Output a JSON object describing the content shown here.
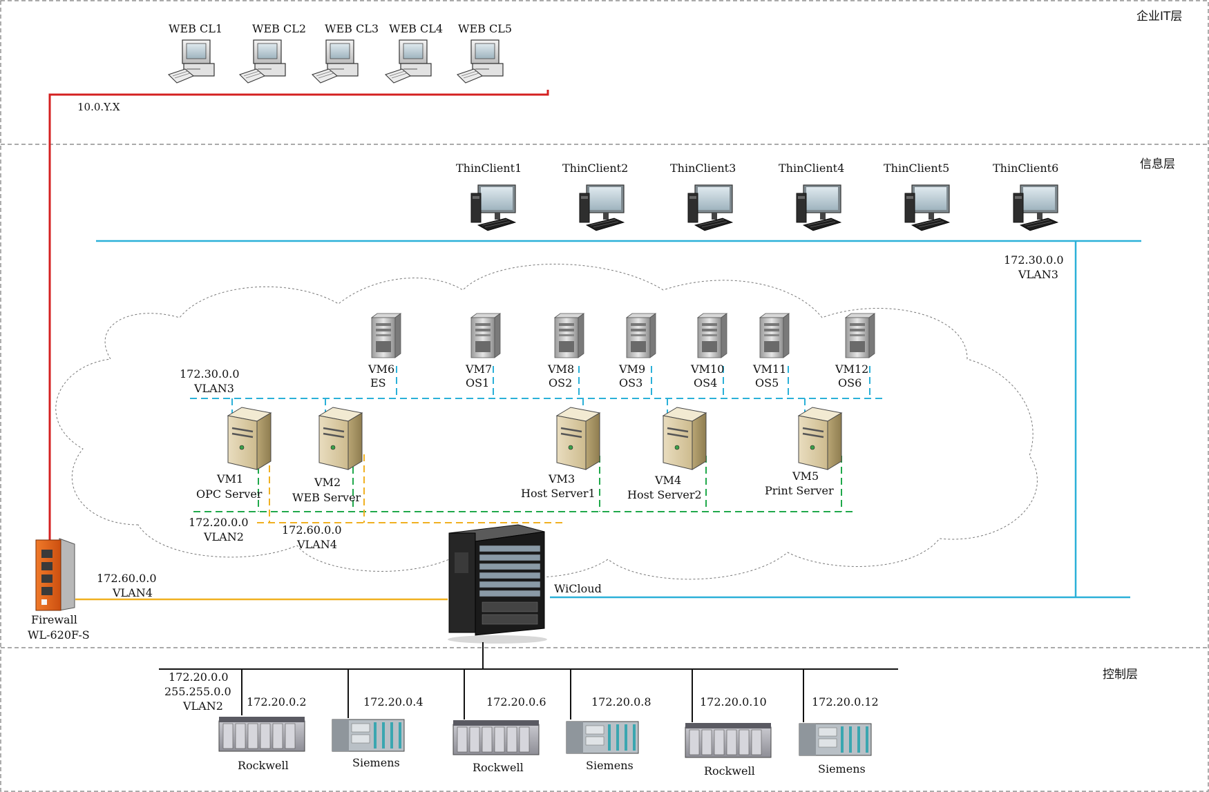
{
  "layers": {
    "enterprise": "企业IT层",
    "information": "信息层",
    "control": "控制层"
  },
  "web_clients": [
    "WEB CL1",
    "WEB CL2",
    "WEB CL3",
    "WEB CL4",
    "WEB CL5"
  ],
  "web_net": "10.0.Y.X",
  "thin_clients": [
    "ThinClient1",
    "ThinClient2",
    "ThinClient3",
    "ThinClient4",
    "ThinClient5",
    "ThinClient6"
  ],
  "thin_net": {
    "ip": "172.30.0.0",
    "vlan": "VLAN3"
  },
  "cloud_nets": {
    "vlan3": {
      "ip": "172.30.0.0",
      "vlan": "VLAN3"
    },
    "vlan2": {
      "ip": "172.20.0.0",
      "vlan": "VLAN2"
    },
    "vlan4": {
      "ip": "172.60.0.0",
      "vlan": "VLAN4"
    }
  },
  "vms_top": [
    {
      "name": "VM6",
      "role": "ES"
    },
    {
      "name": "VM7",
      "role": "OS1"
    },
    {
      "name": "VM8",
      "role": "OS2"
    },
    {
      "name": "VM9",
      "role": "OS3"
    },
    {
      "name": "VM10",
      "role": "OS4"
    },
    {
      "name": "VM11",
      "role": "OS5"
    },
    {
      "name": "VM12",
      "role": "OS6"
    }
  ],
  "vms_mid": [
    {
      "name": "VM1",
      "role": "OPC Server"
    },
    {
      "name": "VM2",
      "role": "WEB Server"
    },
    {
      "name": "VM3",
      "role": "Host Server1"
    },
    {
      "name": "VM4",
      "role": "Host Server2"
    },
    {
      "name": "VM5",
      "role": "Print Server"
    }
  ],
  "firewall": {
    "name": "Firewall",
    "model": "WL-620F-S",
    "ip": "172.60.0.0",
    "vlan": "VLAN4"
  },
  "cloud_server": "WiCloud",
  "control_net": {
    "ip": "172.20.0.0",
    "mask": "255.255.0.0",
    "vlan": "VLAN2"
  },
  "plcs": [
    {
      "ip": "172.20.0.2",
      "vendor": "Rockwell"
    },
    {
      "ip": "172.20.0.4",
      "vendor": "Siemens"
    },
    {
      "ip": "172.20.0.6",
      "vendor": "Rockwell"
    },
    {
      "ip": "172.20.0.8",
      "vendor": "Siemens"
    },
    {
      "ip": "172.20.0.10",
      "vendor": "Rockwell"
    },
    {
      "ip": "172.20.0.12",
      "vendor": "Siemens"
    }
  ],
  "colors": {
    "wan_red": "#d42020",
    "vlan3_blue": "#2ab0d8",
    "vlan2_green": "#1fa84a",
    "vlan4_yellow": "#f0b020",
    "firewall_orange": "#e8661c"
  }
}
